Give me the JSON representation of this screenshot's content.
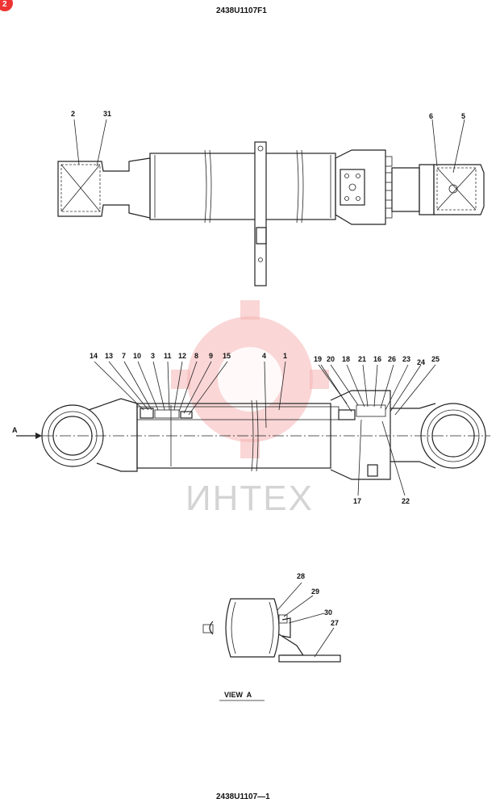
{
  "header": {
    "code": "2438U1107F1",
    "badge": "2"
  },
  "footer": {
    "code": "2438U1107—1"
  },
  "watermark": {
    "text": "ИНТЕХ",
    "color": "#f5b5b5"
  },
  "top_view": {
    "labels": [
      "2",
      "31",
      "6",
      "5"
    ]
  },
  "section_view": {
    "arrow_label": "A",
    "labels_top_left": [
      "14",
      "13",
      "7",
      "10",
      "3",
      "11",
      "12",
      "8",
      "9",
      "15",
      "4",
      "1"
    ],
    "labels_top_right": [
      "19",
      "20",
      "18",
      "21",
      "16",
      "26",
      "23",
      "24",
      "25"
    ],
    "labels_bottom": [
      "17",
      "22"
    ]
  },
  "view_a": {
    "caption": "VIEW  A",
    "labels": [
      "28",
      "29",
      "30",
      "27"
    ]
  }
}
